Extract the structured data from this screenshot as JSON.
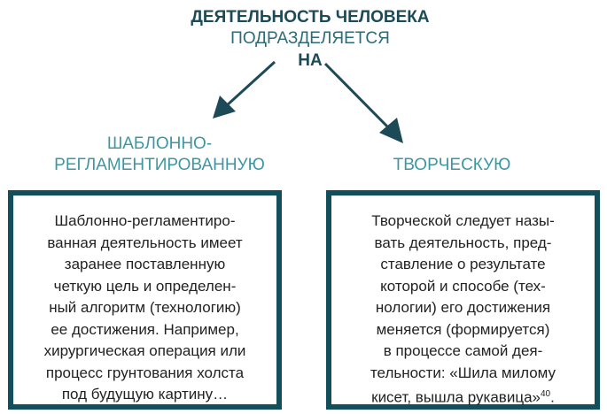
{
  "title": {
    "line1": "ДЕЯТЕЛЬНОСТЬ ЧЕЛОВЕКА",
    "line2": "ПОДРАЗДЕЛЯЕТСЯ",
    "line3": "НА"
  },
  "branches": [
    {
      "label_lines": [
        "ШАБЛОННО-",
        "РЕГЛАМЕНТИРОВАННУЮ"
      ],
      "text_lines": [
        "Шаблонно-регламентиро-",
        "ванная деятельность имеет",
        "заранее поставленную",
        "четкую цель и определен-",
        "ный алгоритм (технологию)",
        "ее достижения. Например,",
        "хирургическая операция или",
        "процесс грунтования холста",
        "под будущую картину…"
      ]
    },
    {
      "label_lines": [
        "ТВОРЧЕСКУЮ"
      ],
      "text_lines": [
        "Творческой следует назы-",
        "вать деятельность, пред-",
        "ставление о результате",
        "которой и способе (тех-",
        "нологии) его достижения",
        "меняется (формируется)",
        "в процессе самой дея-",
        "тельности: «Шила милому",
        "кисет, вышла рукавица»"
      ],
      "footnote": "40",
      "end": "."
    }
  ],
  "colors": {
    "dark": "#1d4a57",
    "accent": "#3d97a3",
    "border": "#124f5b"
  }
}
